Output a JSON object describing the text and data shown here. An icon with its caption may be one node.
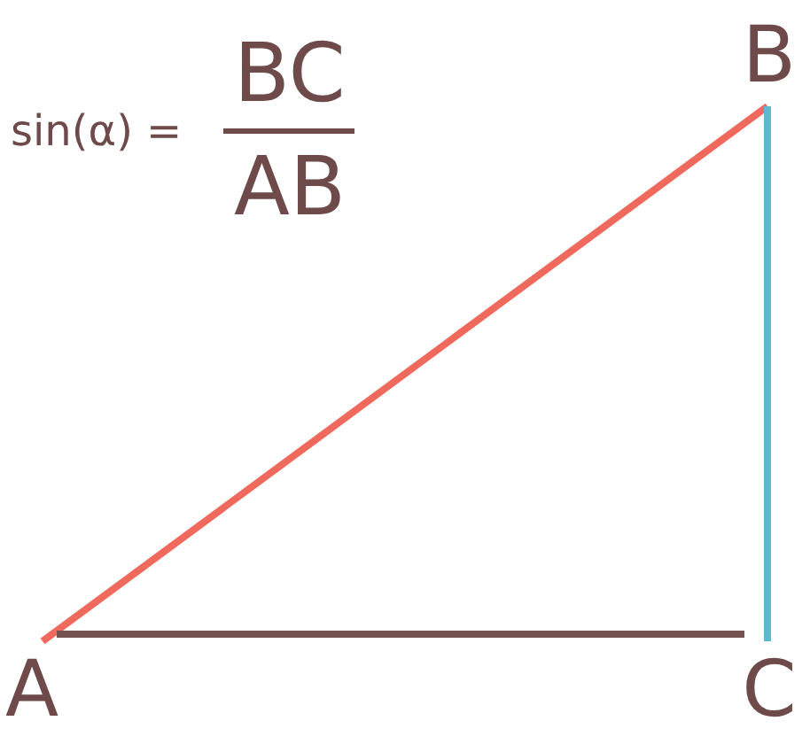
{
  "diagram": {
    "nodes": [
      {
        "text": [
          "B"
        ]
      },
      {
        "text": [
          "A"
        ]
      },
      {
        "text": [
          "C"
        ]
      }
    ],
    "edges": [
      {
        "from": 1,
        "to": 0,
        "arrow": "none",
        "color": "#ef6a5c"
      },
      {
        "from": 0,
        "to": 2,
        "arrow": "none",
        "color": "#5cb9d0"
      },
      {
        "from": 1,
        "to": 2,
        "arrow": "none",
        "color": "#74524f"
      }
    ],
    "labels": [
      "sin(α) =",
      "BC",
      "AB"
    ]
  }
}
